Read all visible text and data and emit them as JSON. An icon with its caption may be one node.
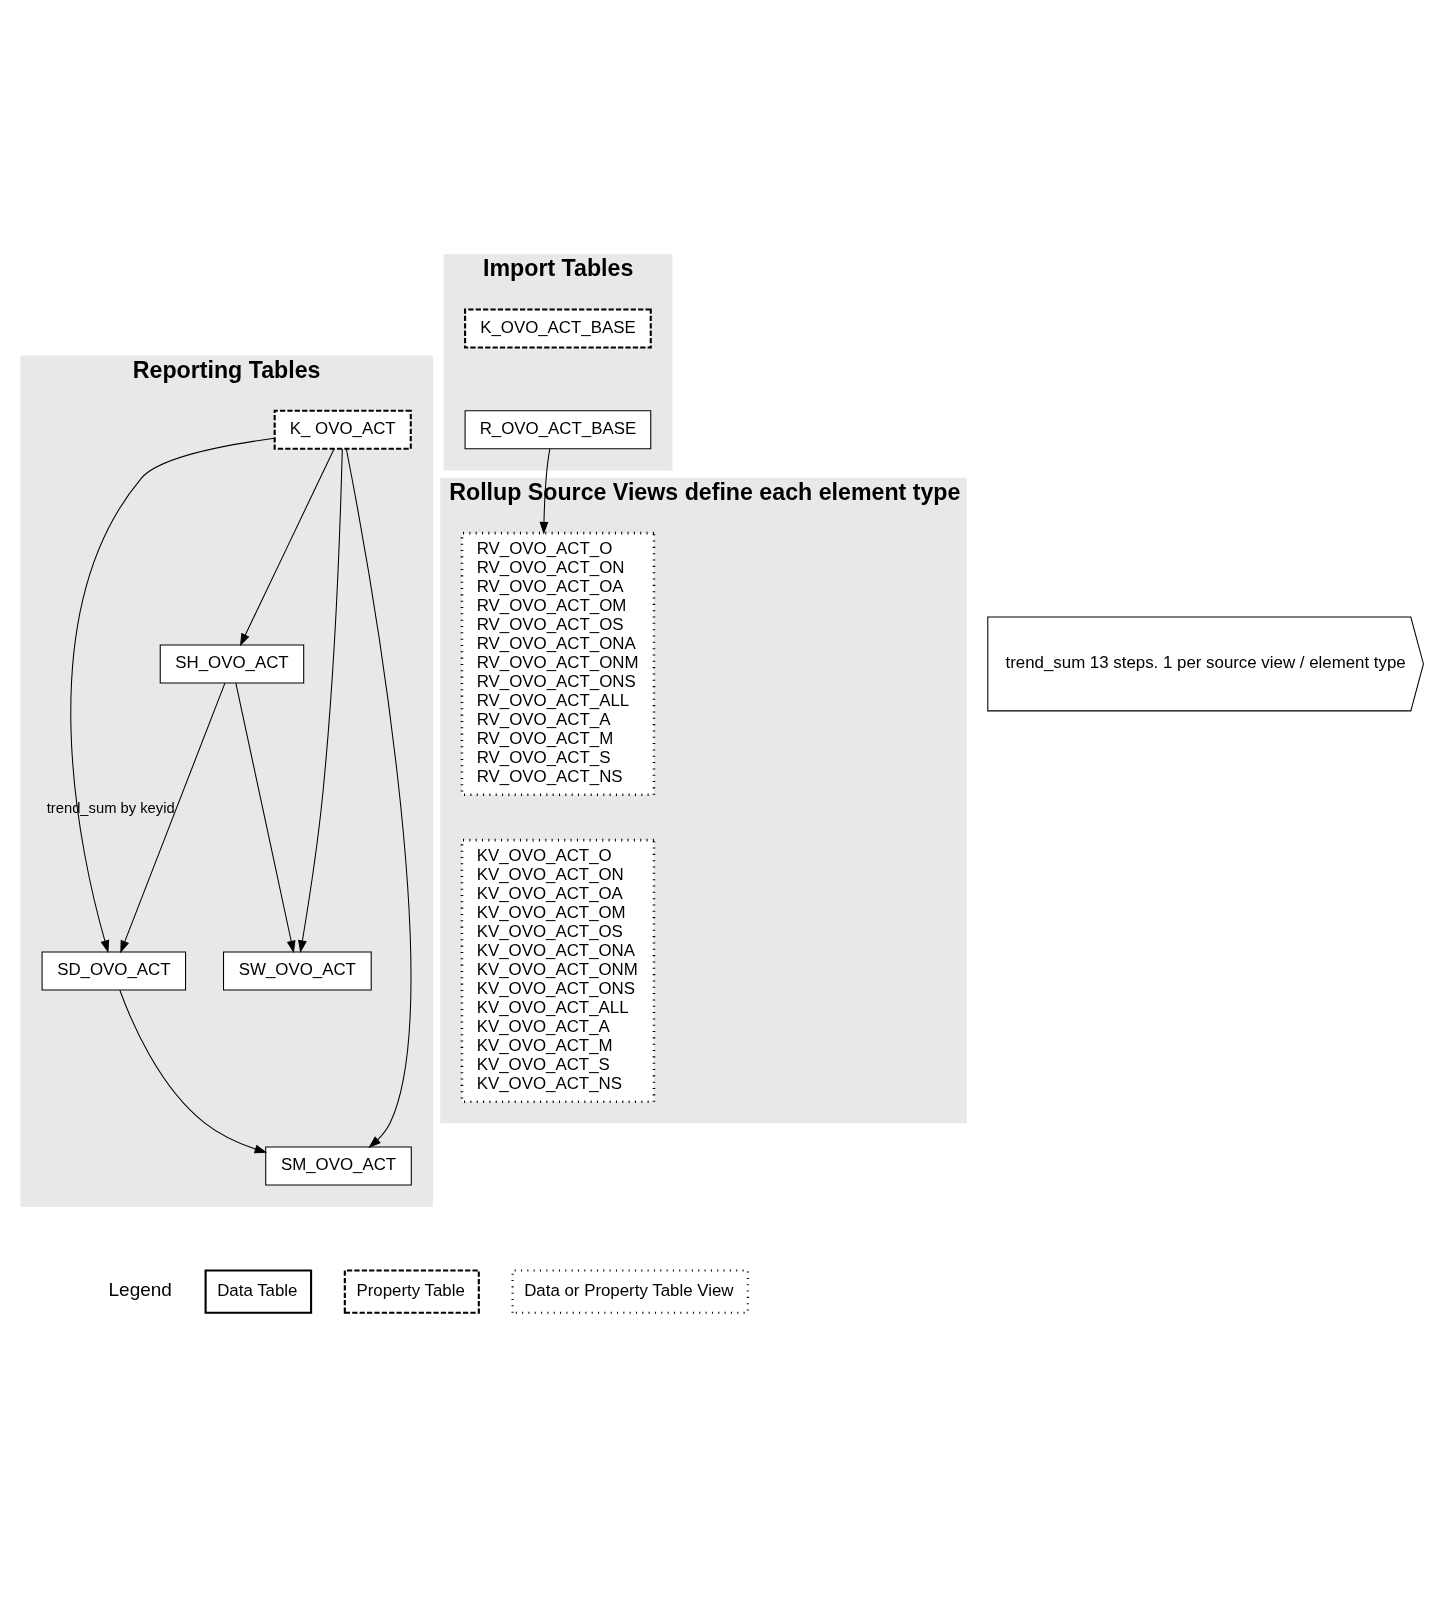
{
  "diagram": {
    "nodes": [
      {
        "text": [
          "Rollup Source Views define each element type"
        ]
      },
      {
        "text": [
          "RV_OVO_ACT_O",
          "RV_OVO_ACT_ON",
          "RV_OVO_ACT_OA",
          "RV_OVO_ACT_OM",
          "RV_OVO_ACT_OS",
          "RV_OVO_ACT_ONA",
          "RV_OVO_ACT_ONM",
          "RV_OVO_ACT_ONS",
          "RV_OVO_ACT_ALL",
          "RV_OVO_ACT_A",
          "RV_OVO_ACT_M",
          "RV_OVO_ACT_S",
          "RV_OVO_ACT_NS"
        ],
        "in": 0
      },
      {
        "text": [
          "KV_OVO_ACT_O",
          "KV_OVO_ACT_ON",
          "KV_OVO_ACT_OA",
          "KV_OVO_ACT_OM",
          "KV_OVO_ACT_OS",
          "KV_OVO_ACT_ONA",
          "KV_OVO_ACT_ONM",
          "KV_OVO_ACT_ONS",
          "KV_OVO_ACT_ALL",
          "KV_OVO_ACT_A",
          "KV_OVO_ACT_M",
          "KV_OVO_ACT_S",
          "KV_OVO_ACT_NS"
        ],
        "in": 0
      },
      {
        "text": [
          "Import Tables"
        ]
      },
      {
        "text": [
          "R_OVO_ACT_BASE"
        ],
        "in": 3
      },
      {
        "text": [
          "K_OVO_ACT_BASE"
        ],
        "in": 3
      },
      {
        "text": [
          "Reporting Tables"
        ]
      },
      {
        "text": [
          "K_ OVO_ACT"
        ],
        "in": 6
      },
      {
        "text": [
          "trend_sum 13 steps. 1 per source view / element type"
        ]
      },
      {
        "text": [
          "SH_OVO_ACT"
        ],
        "in": 6
      },
      {
        "text": [
          "SD_OVO_ACT"
        ],
        "in": 6
      },
      {
        "text": [
          "SW_OVO_ACT"
        ],
        "in": 6
      },
      {
        "text": [
          "SM_OVO_ACT"
        ],
        "in": 6
      }
    ],
    "edges": [
      {
        "from": 4,
        "to": 1,
        "arrow": "to"
      },
      {
        "from": 7,
        "to": 9,
        "arrow": "to"
      },
      {
        "from": 7,
        "to": 10,
        "arrow": "to"
      },
      {
        "from": 7,
        "to": 11,
        "arrow": "to"
      },
      {
        "from": 7,
        "to": 12,
        "arrow": "to"
      },
      {
        "from": 9,
        "to": 10,
        "arrow": "to",
        "label": "trend_sum by keyid"
      },
      {
        "from": 9,
        "to": 11,
        "arrow": "to"
      },
      {
        "from": 10,
        "to": 12,
        "arrow": "to"
      }
    ],
    "labels": [
      "Legend"
    ],
    "legend": [
      {
        "text": "Data Table"
      },
      {
        "text": "Property Table"
      },
      {
        "text": "Data or Property Table View"
      }
    ]
  }
}
